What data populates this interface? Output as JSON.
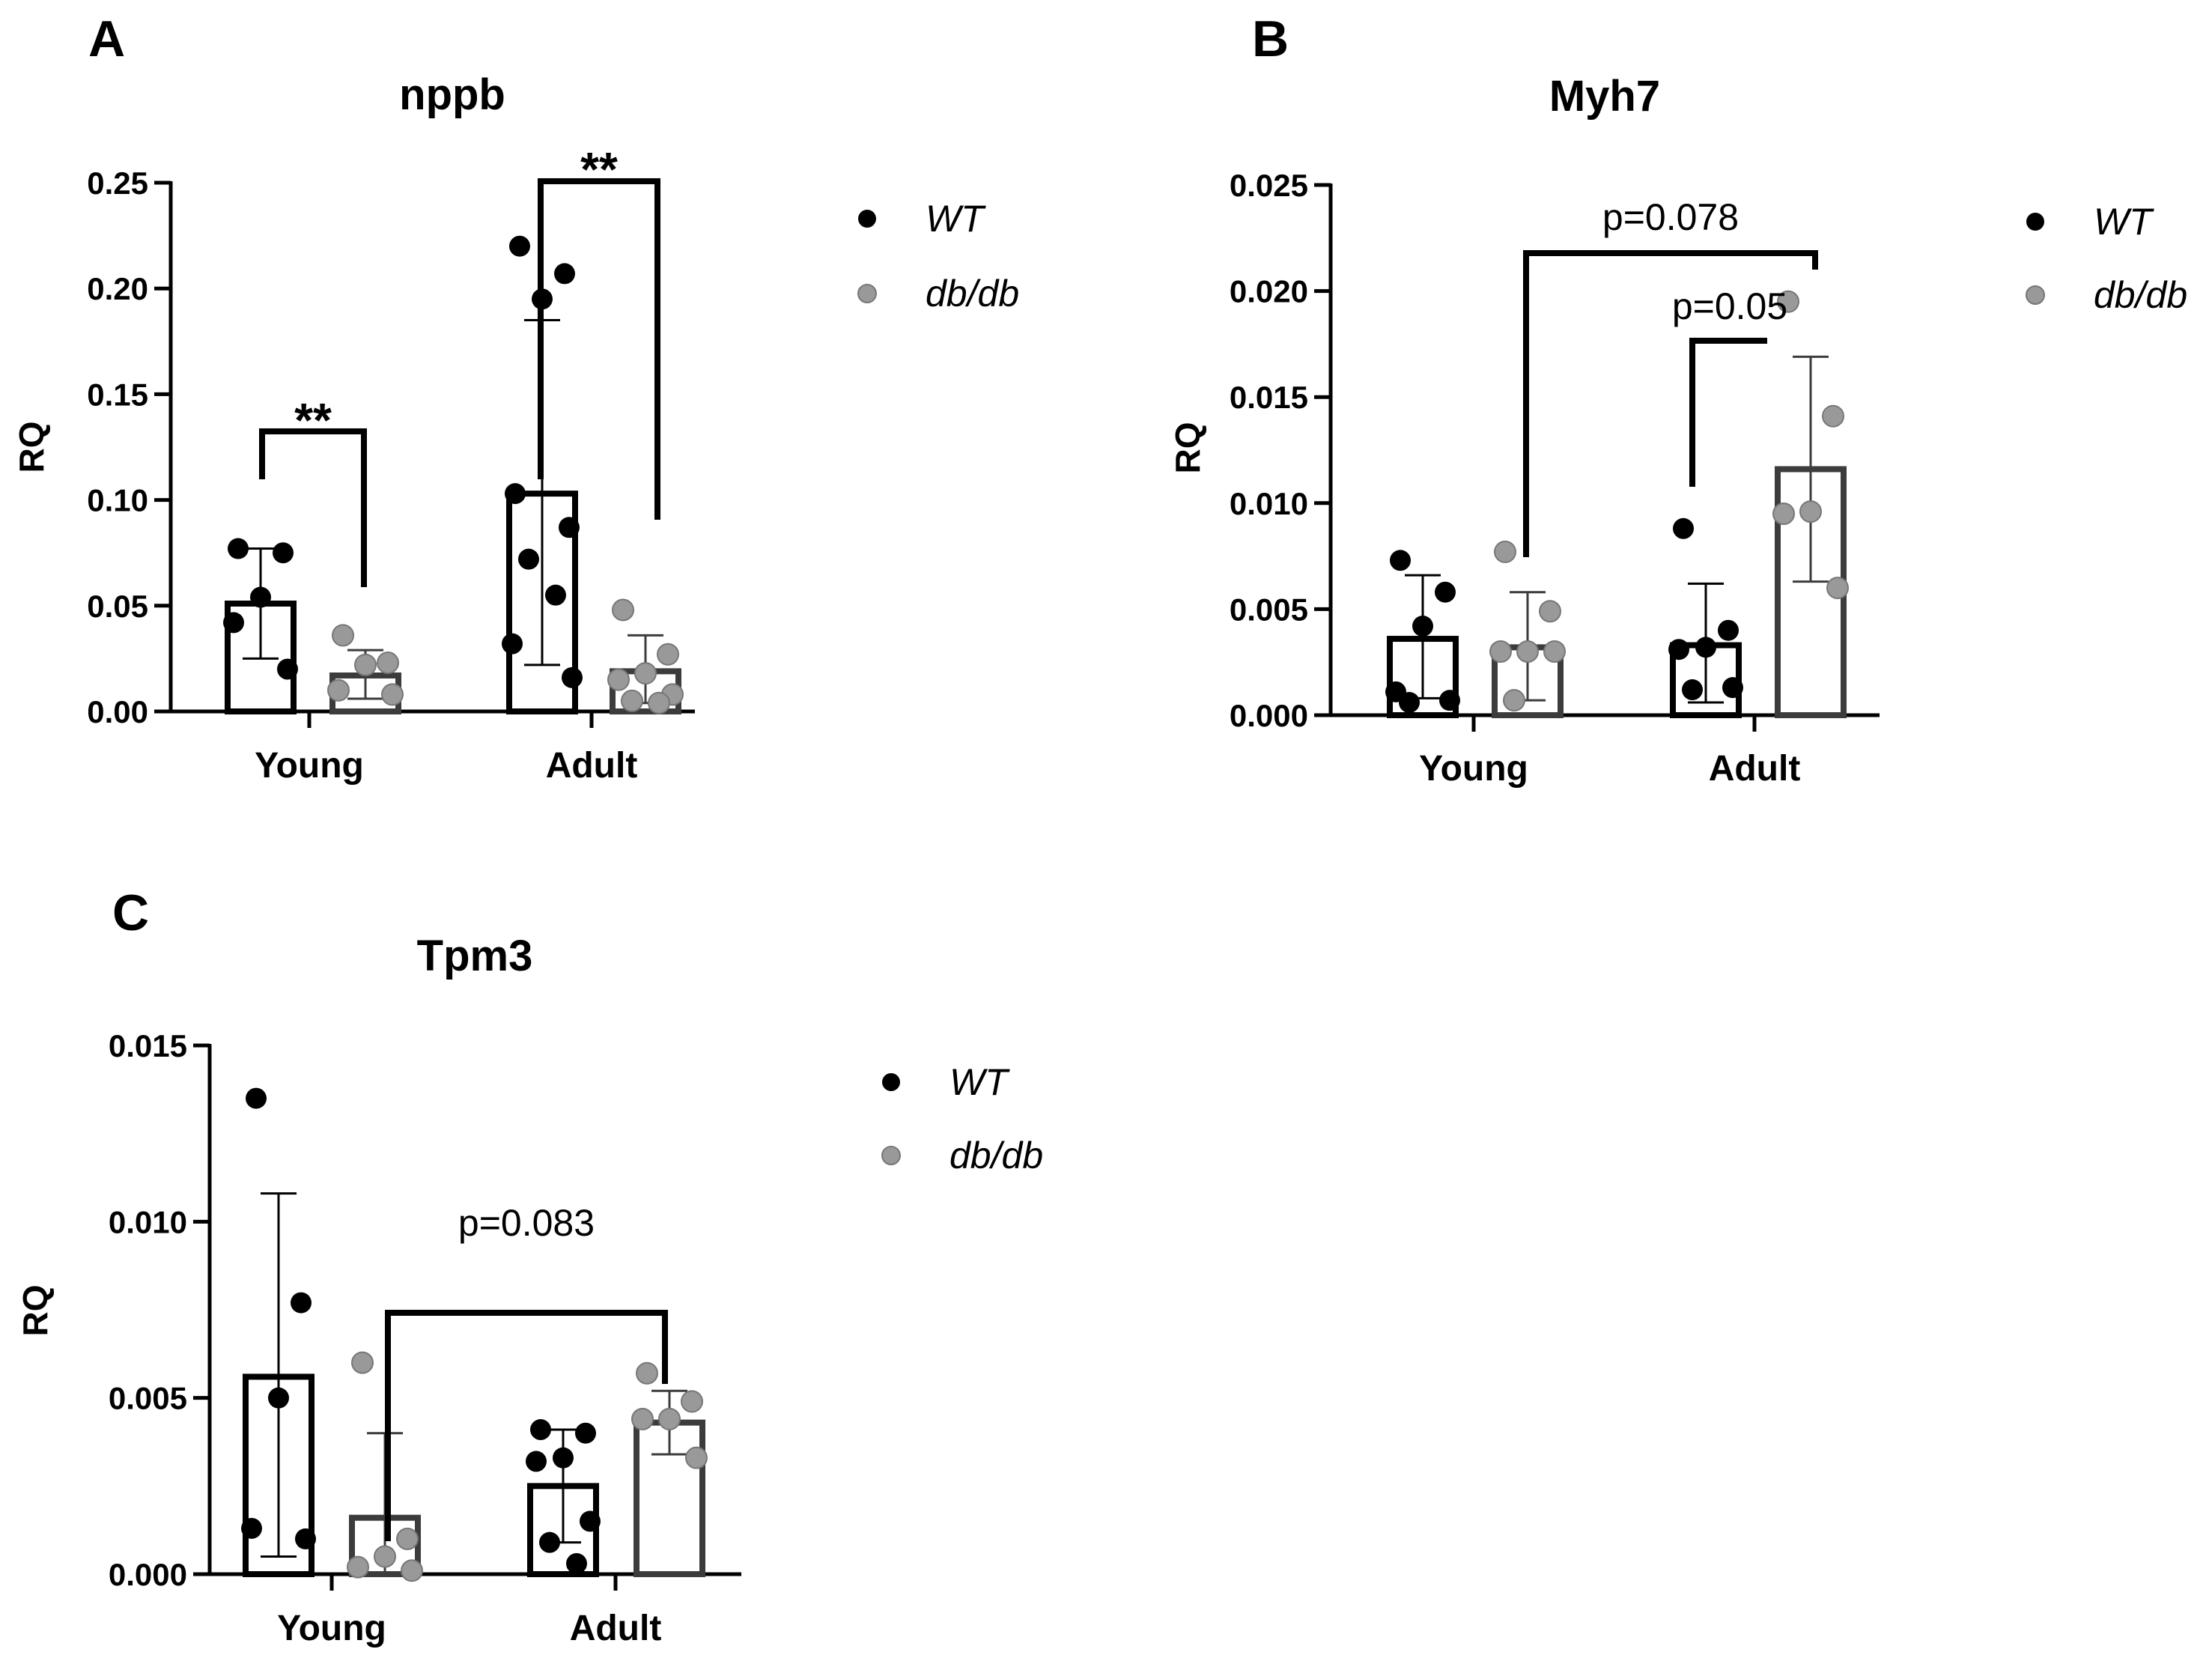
{
  "colors": {
    "wt": "#000000",
    "dbdb": "#999999",
    "dbdb_bar": "#3c3c3c"
  },
  "legend": [
    {
      "label": "WT",
      "color": "#000000"
    },
    {
      "label": "db/db",
      "color": "#999999"
    }
  ],
  "chart_data": [
    {
      "panel": "A",
      "title": "nppb",
      "type": "bar",
      "ylabel": "RQ",
      "ylim": [
        0,
        0.25
      ],
      "grid": false,
      "yticks": [
        "0.00",
        "0.05",
        "0.10",
        "0.15",
        "0.20",
        "0.25"
      ],
      "categories": [
        "Young",
        "Adult"
      ],
      "series": [
        {
          "name": "WT",
          "means": [
            0.051,
            0.103
          ],
          "sd_low": [
            0.025,
            0.022
          ],
          "sd_high": [
            0.077,
            0.185
          ],
          "points": [
            [
              0.077,
              0.075,
              0.054,
              0.042,
              0.02
            ],
            [
              0.22,
              0.207,
              0.195,
              0.103,
              0.087,
              0.072,
              0.055,
              0.032,
              0.016
            ]
          ]
        },
        {
          "name": "db/db",
          "means": [
            0.017,
            0.019
          ],
          "sd_low": [
            0.006,
            0.004
          ],
          "sd_high": [
            0.029,
            0.036
          ],
          "points": [
            [
              0.036,
              0.023,
              0.022,
              0.01,
              0.008
            ],
            [
              0.048,
              0.027,
              0.018,
              0.015,
              0.008,
              0.005,
              0.004
            ]
          ]
        }
      ],
      "annotations": [
        {
          "text": "**",
          "between": "Young WT vs Young db/db"
        },
        {
          "text": "**",
          "between": "Adult WT vs Adult db/db"
        }
      ]
    },
    {
      "panel": "B",
      "title": "Myh7",
      "type": "bar",
      "ylabel": "RQ",
      "ylim": [
        0,
        0.025
      ],
      "grid": false,
      "yticks": [
        "0.000",
        "0.005",
        "0.010",
        "0.015",
        "0.020",
        "0.025"
      ],
      "categories": [
        "Young",
        "Adult"
      ],
      "series": [
        {
          "name": "WT",
          "means": [
            0.0036,
            0.0033
          ],
          "sd_low": [
            0.0008,
            0.0006
          ],
          "sd_high": [
            0.0066,
            0.0062
          ],
          "points": [
            [
              0.0073,
              0.0058,
              0.0042,
              0.0011,
              0.0007,
              0.0006
            ],
            [
              0.0088,
              0.004,
              0.0032,
              0.0031,
              0.0013,
              0.0012
            ]
          ]
        },
        {
          "name": "db/db",
          "means": [
            0.0032,
            0.0116
          ],
          "sd_low": [
            0.0007,
            0.0063
          ],
          "sd_high": [
            0.0058,
            0.0169
          ],
          "points": [
            [
              0.0077,
              0.0049,
              0.003,
              0.003,
              0.003,
              0.0007
            ],
            [
              0.0195,
              0.0141,
              0.0096,
              0.0095,
              0.006
            ]
          ]
        }
      ],
      "annotations": [
        {
          "text": "p=0.078",
          "between": "Young db/db vs Adult db/db"
        },
        {
          "text": "p=0.05",
          "between": "Adult WT vs Adult db/db"
        }
      ]
    },
    {
      "panel": "C",
      "title": "Tpm3",
      "type": "bar",
      "ylabel": "RQ",
      "ylim": [
        0,
        0.015
      ],
      "grid": false,
      "yticks": [
        "0.000",
        "0.005",
        "0.010",
        "0.015"
      ],
      "categories": [
        "Young",
        "Adult"
      ],
      "series": [
        {
          "name": "WT",
          "means": [
            0.0056,
            0.0025
          ],
          "sd_low": [
            0.0005,
            0.0009
          ],
          "sd_high": [
            0.0108,
            0.0041
          ],
          "points": [
            [
              0.0135,
              0.0077,
              0.005,
              0.0013,
              0.001
            ],
            [
              0.0041,
              0.004,
              0.0033,
              0.0032,
              0.0015,
              0.0009,
              0.0003
            ]
          ]
        },
        {
          "name": "db/db",
          "means": [
            0.0016,
            0.0043
          ],
          "sd_low": [
            0.0,
            0.0034
          ],
          "sd_high": [
            0.004,
            0.0052
          ],
          "points": [
            [
              0.006,
              0.001,
              0.0005,
              0.0002,
              0.0001
            ],
            [
              0.0057,
              0.0049,
              0.0044,
              0.0044,
              0.0033
            ]
          ]
        }
      ],
      "annotations": [
        {
          "text": "p=0.083",
          "between": "Young db/db vs Adult db/db"
        }
      ]
    }
  ]
}
